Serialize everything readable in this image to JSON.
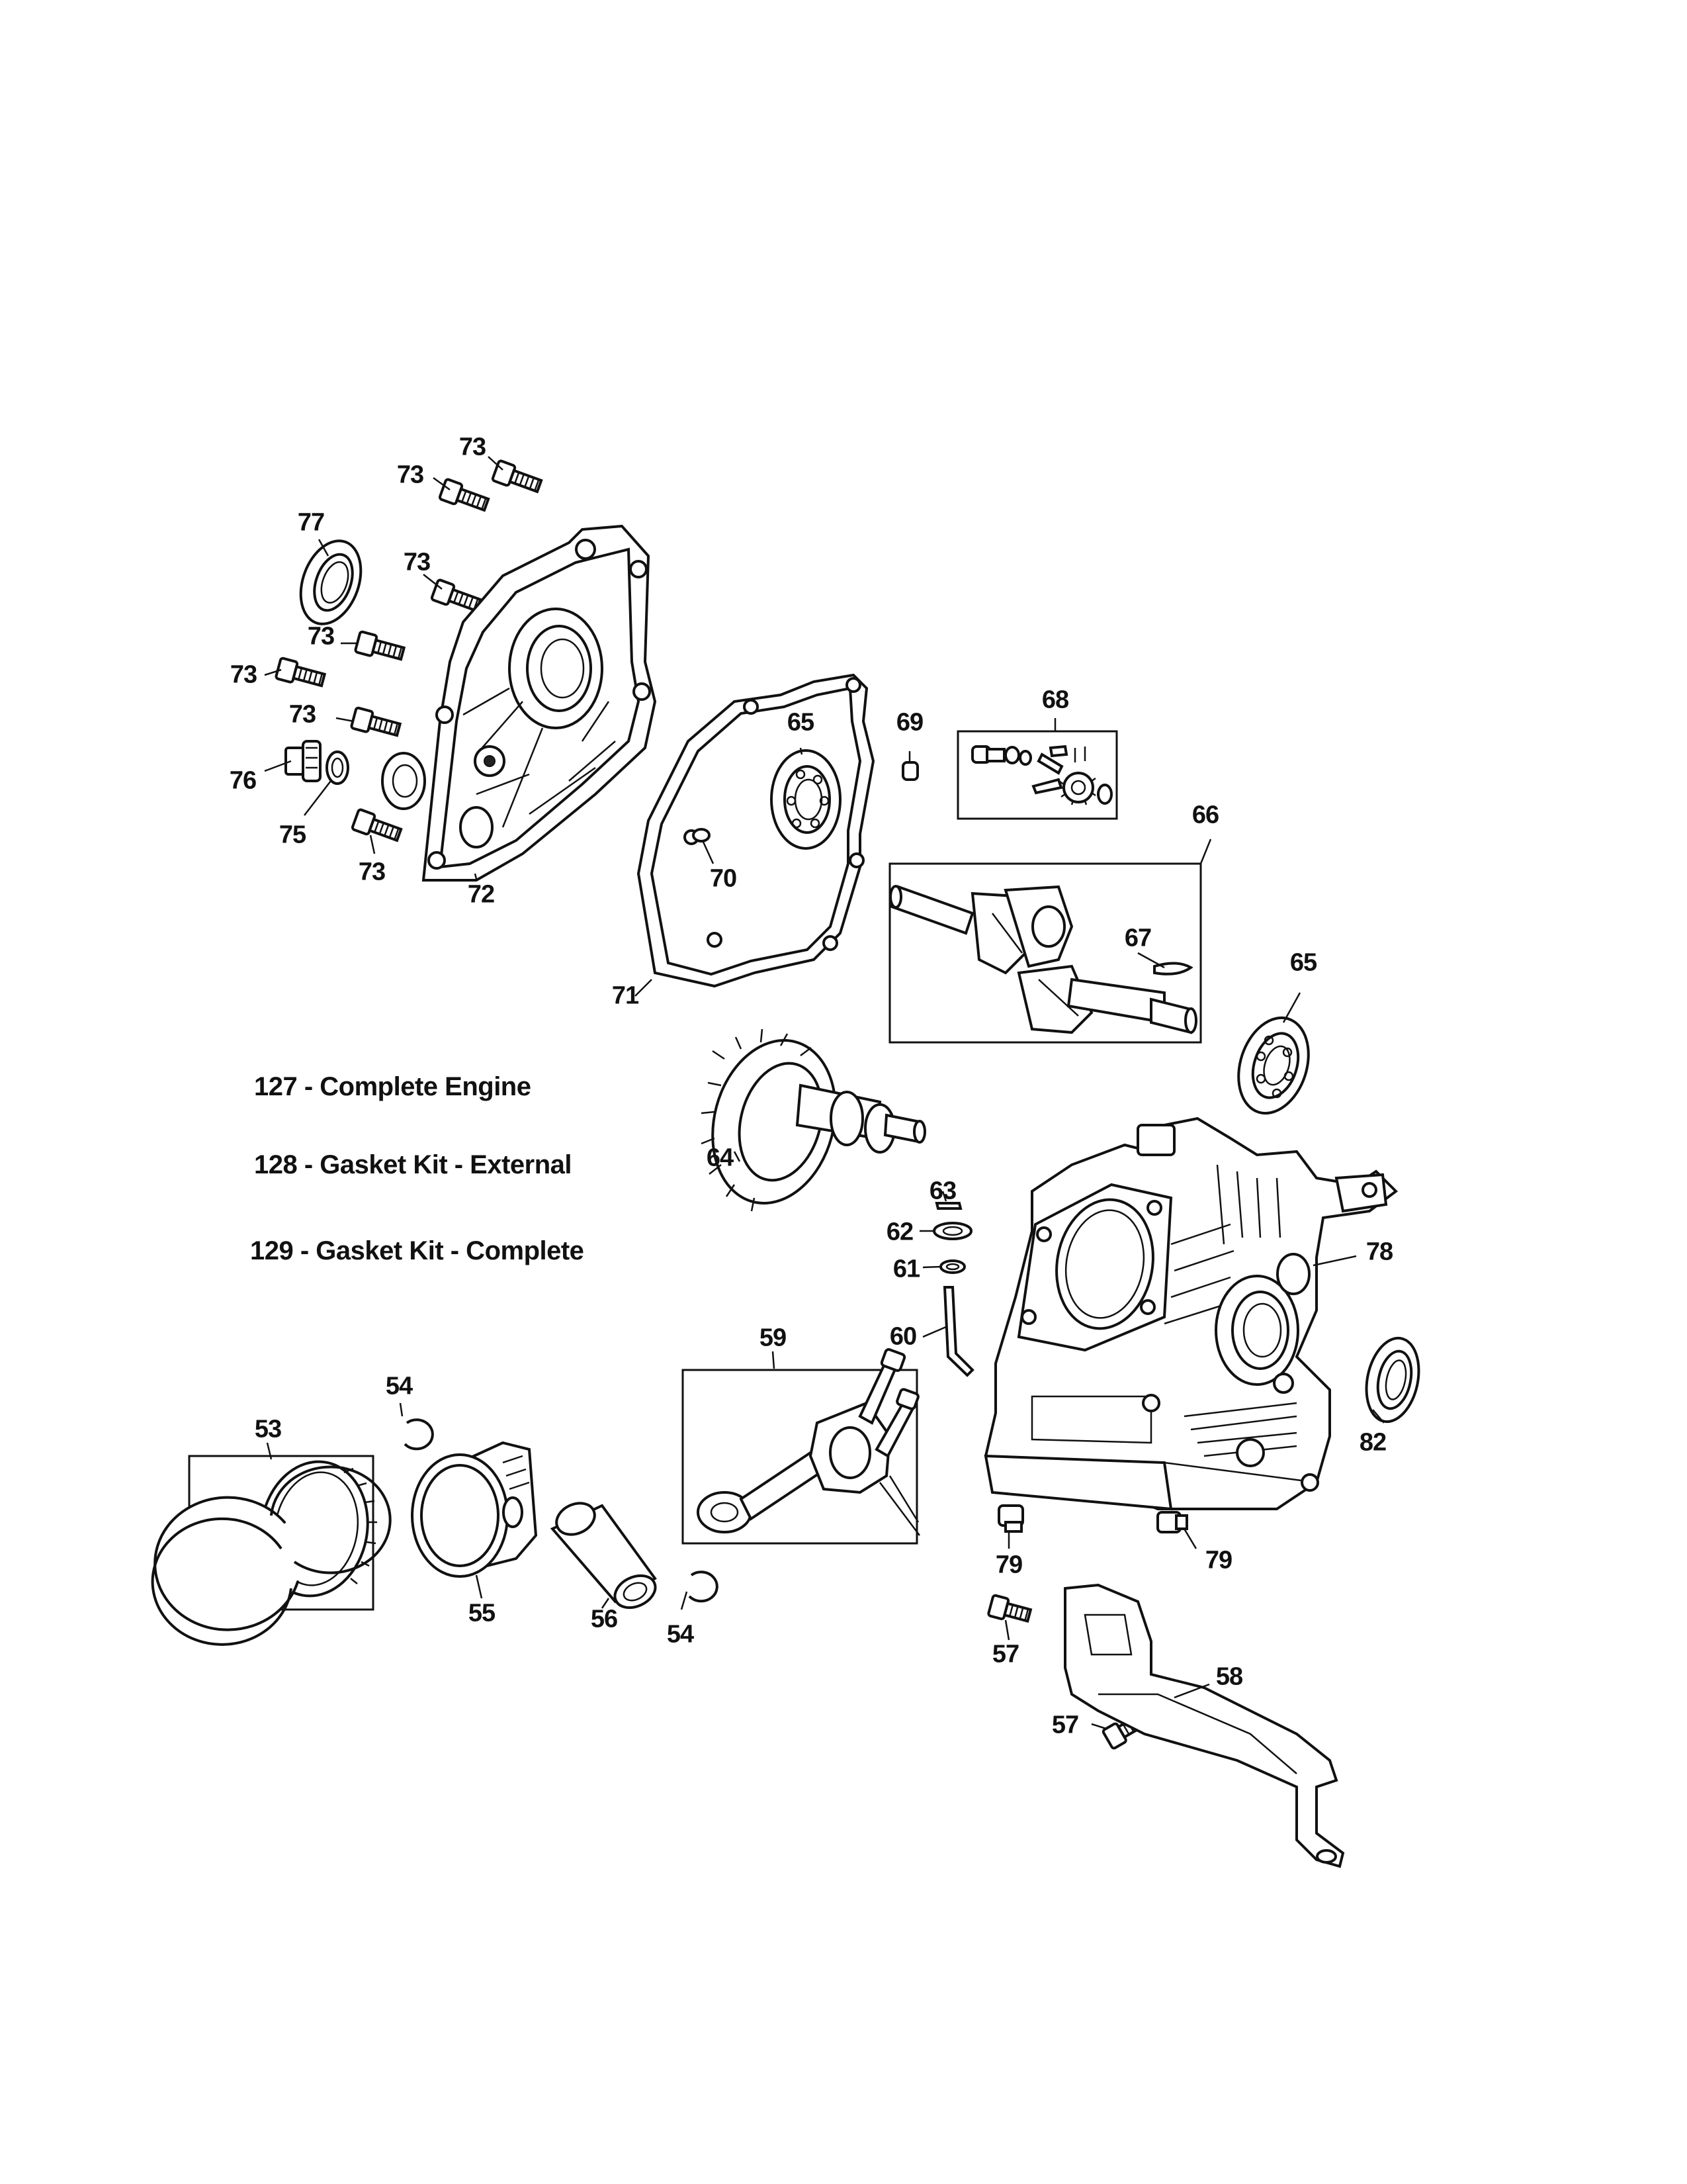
{
  "legend": [
    {
      "number": "127",
      "text": "127 - Complete Engine"
    },
    {
      "number": "128",
      "text": "128 - Gasket Kit - External"
    },
    {
      "number": "129",
      "text": "129 - Gasket Kit - Complete"
    }
  ],
  "callouts": {
    "c53": "53",
    "c54a": "54",
    "c54b": "54",
    "c55": "55",
    "c56": "56",
    "c57a": "57",
    "c57b": "57",
    "c58": "58",
    "c59": "59",
    "c60": "60",
    "c61": "61",
    "c62": "62",
    "c63": "63",
    "c64": "64",
    "c65a": "65",
    "c65b": "65",
    "c66": "66",
    "c67": "67",
    "c68": "68",
    "c69": "69",
    "c70": "70",
    "c71": "71",
    "c72": "72",
    "c73a": "73",
    "c73b": "73",
    "c73c": "73",
    "c73d": "73",
    "c73e": "73",
    "c73f": "73",
    "c73g": "73",
    "c75": "75",
    "c76": "76",
    "c77": "77",
    "c78": "78",
    "c79a": "79",
    "c79b": "79",
    "c82": "82"
  }
}
